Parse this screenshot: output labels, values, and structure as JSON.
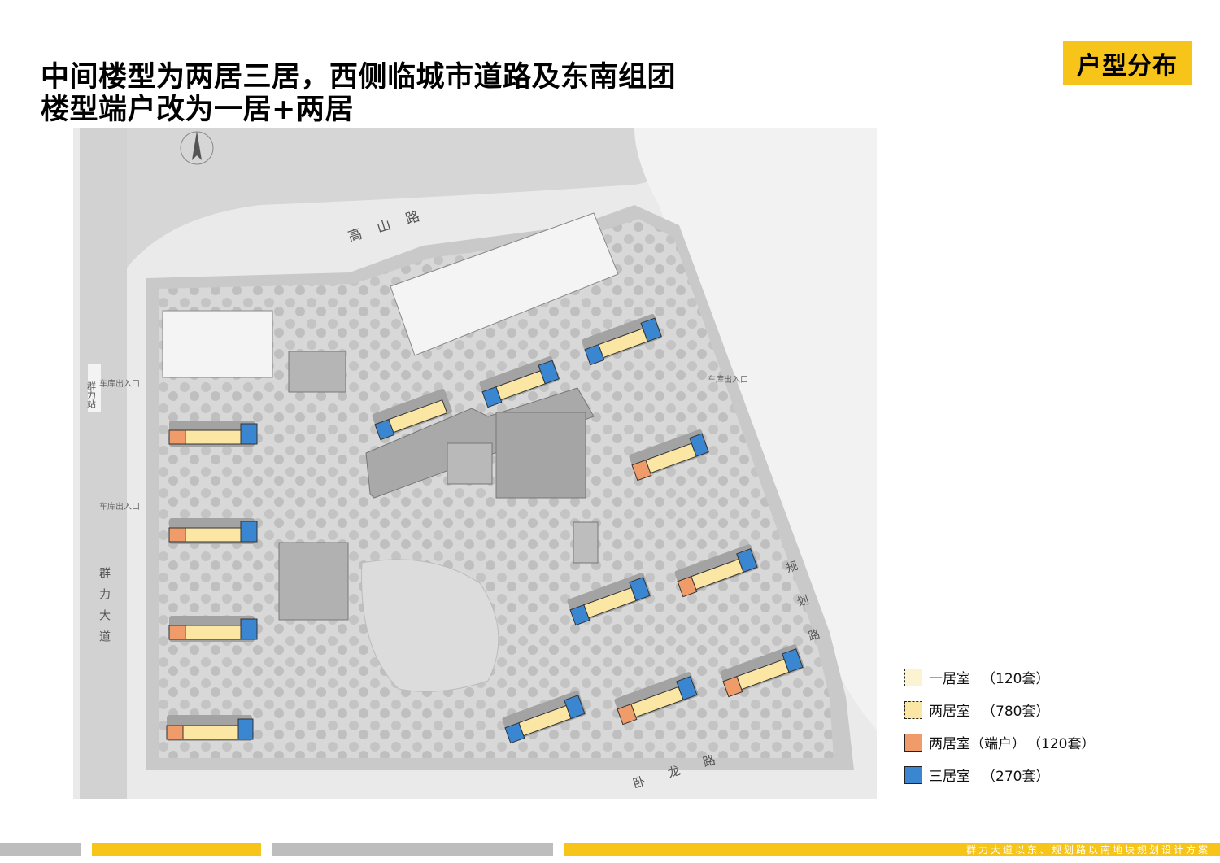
{
  "header": {
    "title_line1": "中间楼型为两居三居，西侧临城市道路及东南组团",
    "title_line2": "楼型端户改为一居+两居",
    "badge": "户型分布"
  },
  "map": {
    "roads": {
      "north": "高山路",
      "west": "群力大道",
      "west_station": "群力站",
      "east": "规划路",
      "south": "卧龙路"
    },
    "garage_labels": [
      "车库出入口",
      "车库出入口",
      "车库出入口"
    ]
  },
  "legend": {
    "items": [
      {
        "label": "一居室",
        "count": "（120套）",
        "color": "#fbf3d2",
        "dashed": true
      },
      {
        "label": "两居室",
        "count": "（780套）",
        "color": "#fbe7a3",
        "dashed": true
      },
      {
        "label": "两居室（端户）",
        "count": "（120套）",
        "color": "#ef9c6a",
        "dashed": false
      },
      {
        "label": "三居室",
        "count": "（270套）",
        "color": "#3a86d0",
        "dashed": false
      }
    ]
  },
  "footer": {
    "text": "群力大道以东、规划路以南地块规划设计方案"
  },
  "colors": {
    "accent": "#f7c51a",
    "one_bed": "#fbf3d2",
    "two_bed": "#fbe7a3",
    "two_bed_end": "#ef9c6a",
    "three_bed": "#3a86d0"
  }
}
